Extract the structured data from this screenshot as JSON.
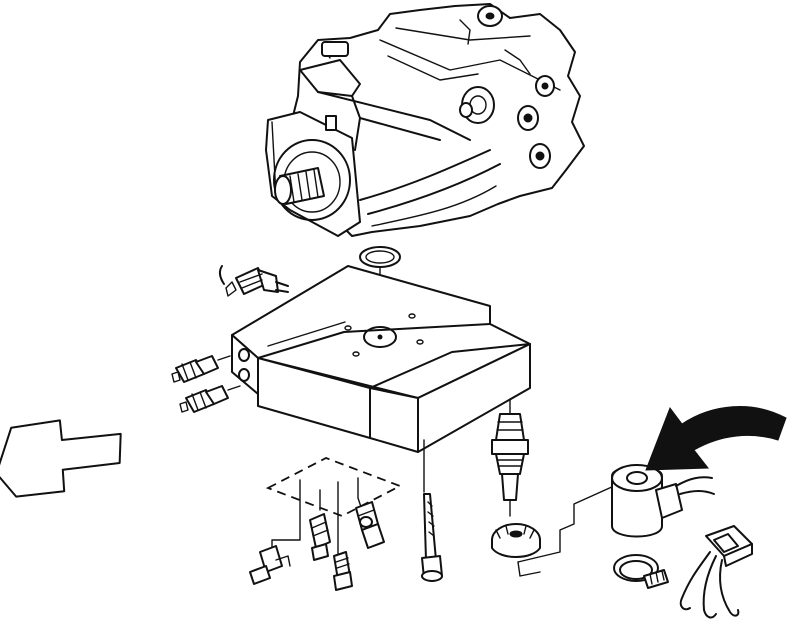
{
  "diagram": {
    "type": "exploded-parts-illustration",
    "colors": {
      "line": "#111111",
      "background": "#ffffff"
    },
    "parts": [
      "hydraulic-pump",
      "spline-shaft",
      "o-ring",
      "manifold-block",
      "pressure-switch",
      "fitting-upper",
      "fitting-lower",
      "tee-fittings",
      "mounting-bolt",
      "check-valve-cartridge",
      "nut-washer",
      "solenoid-coil",
      "hose-clamp",
      "wiring-connector"
    ],
    "arrows": [
      "direction-arrow-left",
      "curved-arrow-to-coil"
    ]
  }
}
